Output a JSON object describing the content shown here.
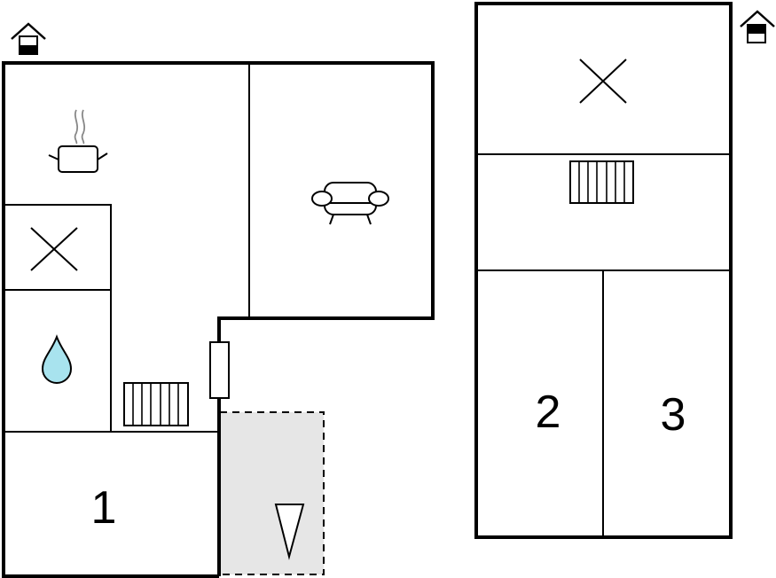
{
  "rooms": [
    {
      "label": "1"
    },
    {
      "label": "2"
    },
    {
      "label": "3"
    }
  ],
  "floors": [
    {
      "icon": "floor-level-ground-icon"
    },
    {
      "icon": "floor-level-upper-icon"
    }
  ],
  "icons": {
    "kitchen": "cooking-pot-icon",
    "living": "sofa-icon",
    "bathroom": "water-drop-icon",
    "radiator": "radiator-icon",
    "window": "window-icon",
    "terrace_entrance": "entrance-triangle-icon",
    "bed_cross": "cross-icon"
  },
  "colors": {
    "wall": "#000000",
    "terrace_fill": "#e6e6e6",
    "water": "#a8e3ee"
  }
}
